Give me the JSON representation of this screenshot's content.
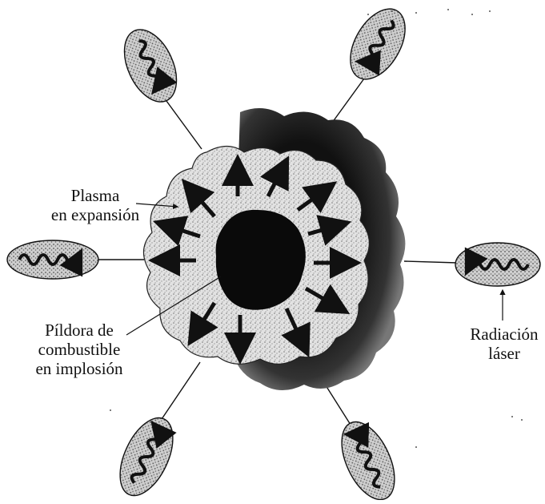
{
  "labels": {
    "plasma": [
      "Plasma",
      "en expansión"
    ],
    "pellet": [
      "Píldora de",
      "combustible",
      "en implosión"
    ],
    "laser": [
      "Radiación",
      "láser"
    ]
  },
  "colors": {
    "ink": "#111111",
    "shadow": "#1a1a1a",
    "plasma_fill": "#d9d9d9",
    "beam_fill": "#cfcfcf"
  },
  "icons": {
    "laser_beam": "wavy-arrow-in-ellipse",
    "expansion": "outward-arrow"
  }
}
